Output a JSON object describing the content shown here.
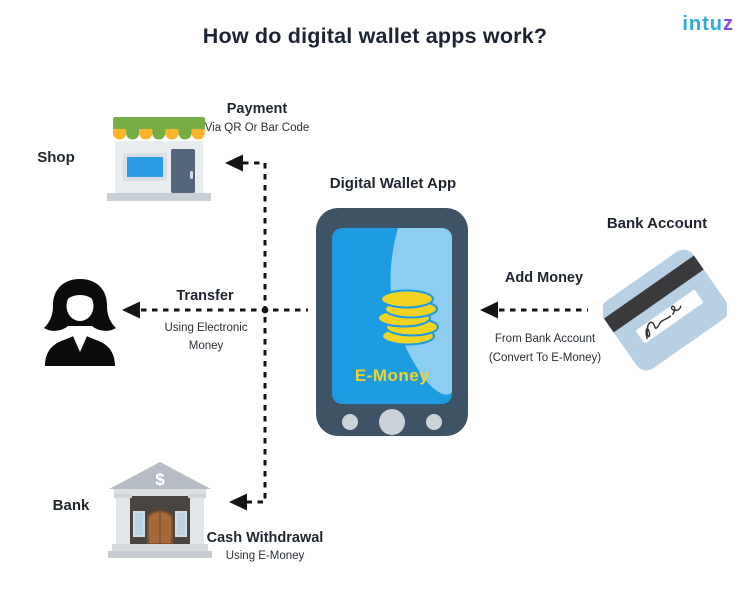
{
  "title": "How do digital wallet apps work?",
  "logo": {
    "part1": "intu",
    "part2": "z"
  },
  "nodes": {
    "shop": {
      "label": "Shop"
    },
    "wallet": {
      "label": "Digital Wallet App",
      "screen_text": "E-Money"
    },
    "bank_account": {
      "label": "Bank Account"
    },
    "bank": {
      "label": "Bank",
      "symbol": "$"
    }
  },
  "flows": {
    "payment": {
      "title": "Payment",
      "subtitle": "Via QR Or Bar Code"
    },
    "transfer": {
      "title": "Transfer",
      "subtitle_line1": "Using Electronic",
      "subtitle_line2": "Money"
    },
    "add_money": {
      "title": "Add Money",
      "subtitle_line1": "From Bank Account",
      "subtitle_line2": "(Convert To E-Money)"
    },
    "cash_withdrawal": {
      "title": "Cash Withdrawal",
      "subtitle": "Using E-Money"
    }
  },
  "colors": {
    "logo_cyan": "#2ba9e0",
    "logo_purple": "#7b4bef",
    "text_dark": "#1b2430",
    "arrow_black": "#141414",
    "phone_body": "#3e5366",
    "screen_blue": "#1e9ce2",
    "screen_highlight": "#8ccdf1",
    "coin_yellow": "#f2d321",
    "emoney_yellow": "#f4d22b",
    "awning_green": "#74ae45",
    "awning_yellow": "#fdb32b",
    "window_blue": "#2e9be8",
    "card_blue": "#b7d0e4",
    "stripe_dark": "#3a3a3c",
    "door_brown": "#a5693c"
  }
}
